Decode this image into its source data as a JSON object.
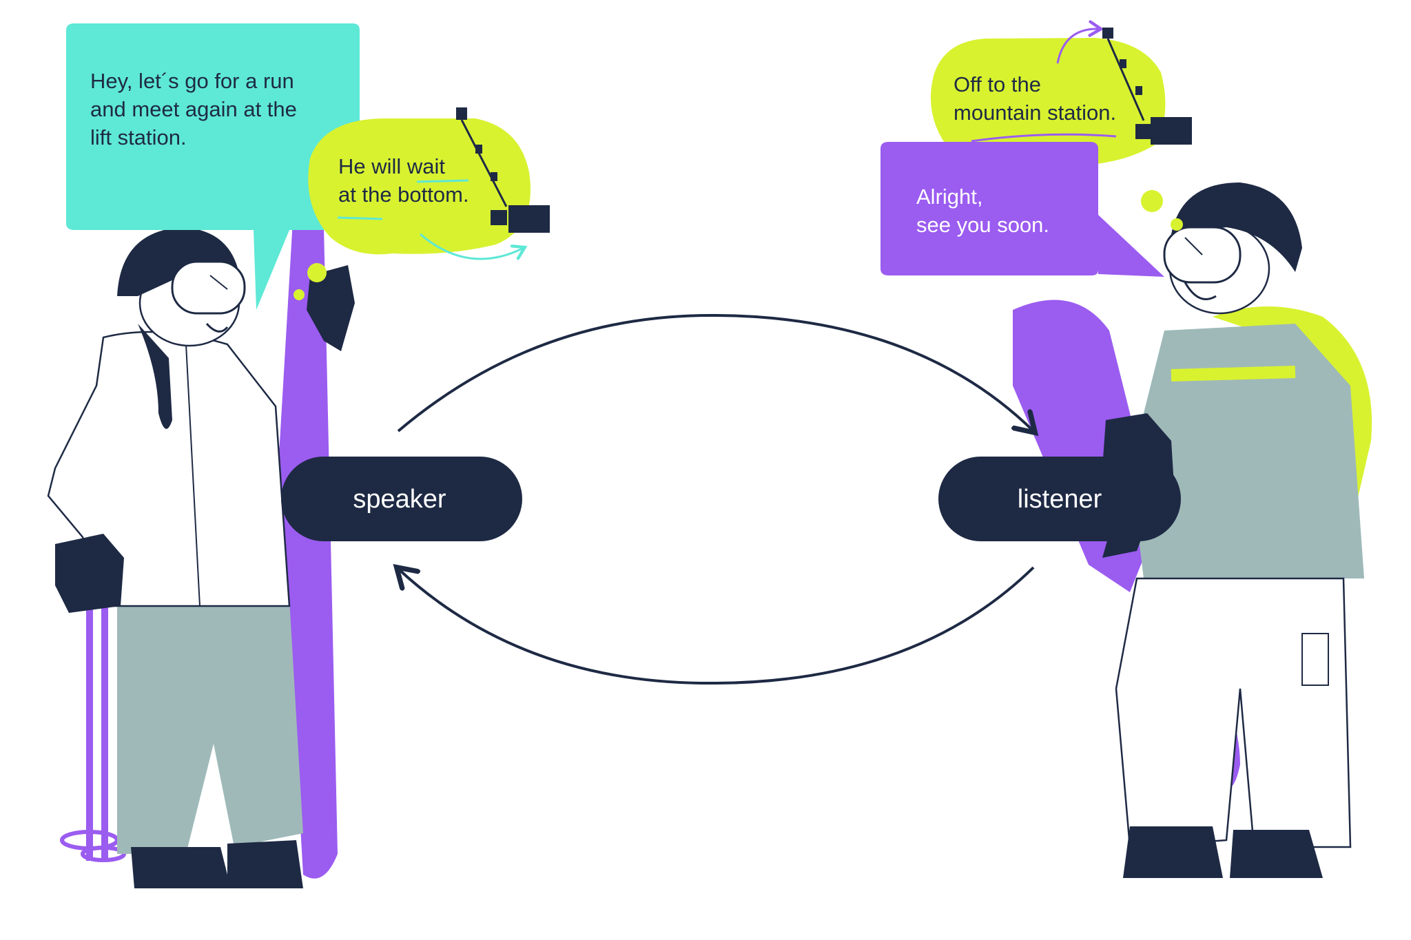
{
  "colors": {
    "navy": "#1e2a44",
    "teal": "#5ee8d6",
    "lime": "#d8f230",
    "purple": "#9b5cf0",
    "grey_green": "#9fb9b9",
    "white": "#ffffff"
  },
  "bubbles": {
    "speaker_speech": [
      "Hey, let´s go for a run",
      "and meet again at the",
      "lift station."
    ],
    "speaker_thought": [
      "He will wait",
      "at the bottom."
    ],
    "listener_thought": [
      "Off to the",
      "mountain station."
    ],
    "listener_speech": [
      "Alright,",
      "see you soon."
    ]
  },
  "roles": {
    "speaker_label": "speaker",
    "listener_label": "listener"
  },
  "icons": [
    "cable-car-icon",
    "arrow-icon",
    "skier-illustration",
    "snowboarder-illustration"
  ]
}
